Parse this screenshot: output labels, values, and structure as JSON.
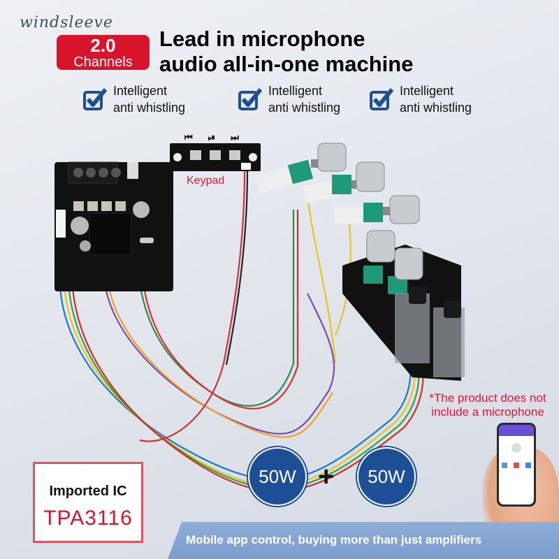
{
  "brand": {
    "name": "windsleeve"
  },
  "badge": {
    "number": "2.0",
    "label": "Channels",
    "color": "#d8142d"
  },
  "title": {
    "line1": "Lead in microphone",
    "line2": "audio all-in-one machine"
  },
  "features": [
    {
      "icon": "checkbox-checked-icon",
      "line1": "Intelligent",
      "line2": "anti whistling"
    },
    {
      "icon": "checkbox-checked-icon",
      "line1": "Intelligent",
      "line2": "anti whistling"
    },
    {
      "icon": "checkbox-checked-icon",
      "line1": "Intelligent",
      "line2": "anti whistling"
    }
  ],
  "keypad": {
    "label": "Keypad",
    "buttons": [
      {
        "icon": "previous-track-icon",
        "glyph": "⏮"
      },
      {
        "icon": "play-pause-icon",
        "glyph": "⏯"
      },
      {
        "icon": "next-track-icon",
        "glyph": "⏭"
      }
    ]
  },
  "disclaimer": {
    "line1": "*The product does not",
    "line2": "include a microphone"
  },
  "power": {
    "left": "50W",
    "plus": "+",
    "right": "50W",
    "color": "#1c4f96"
  },
  "chip": {
    "label": "Imported IC",
    "model": "TPA3116"
  },
  "banner": {
    "text": "Mobile app control, buying more than just amplifiers"
  },
  "colors": {
    "accent_red": "#d8142d",
    "accent_blue": "#1c4f96",
    "check_blue": "#1f4f8f",
    "banner_blue": "#86a5d3"
  }
}
